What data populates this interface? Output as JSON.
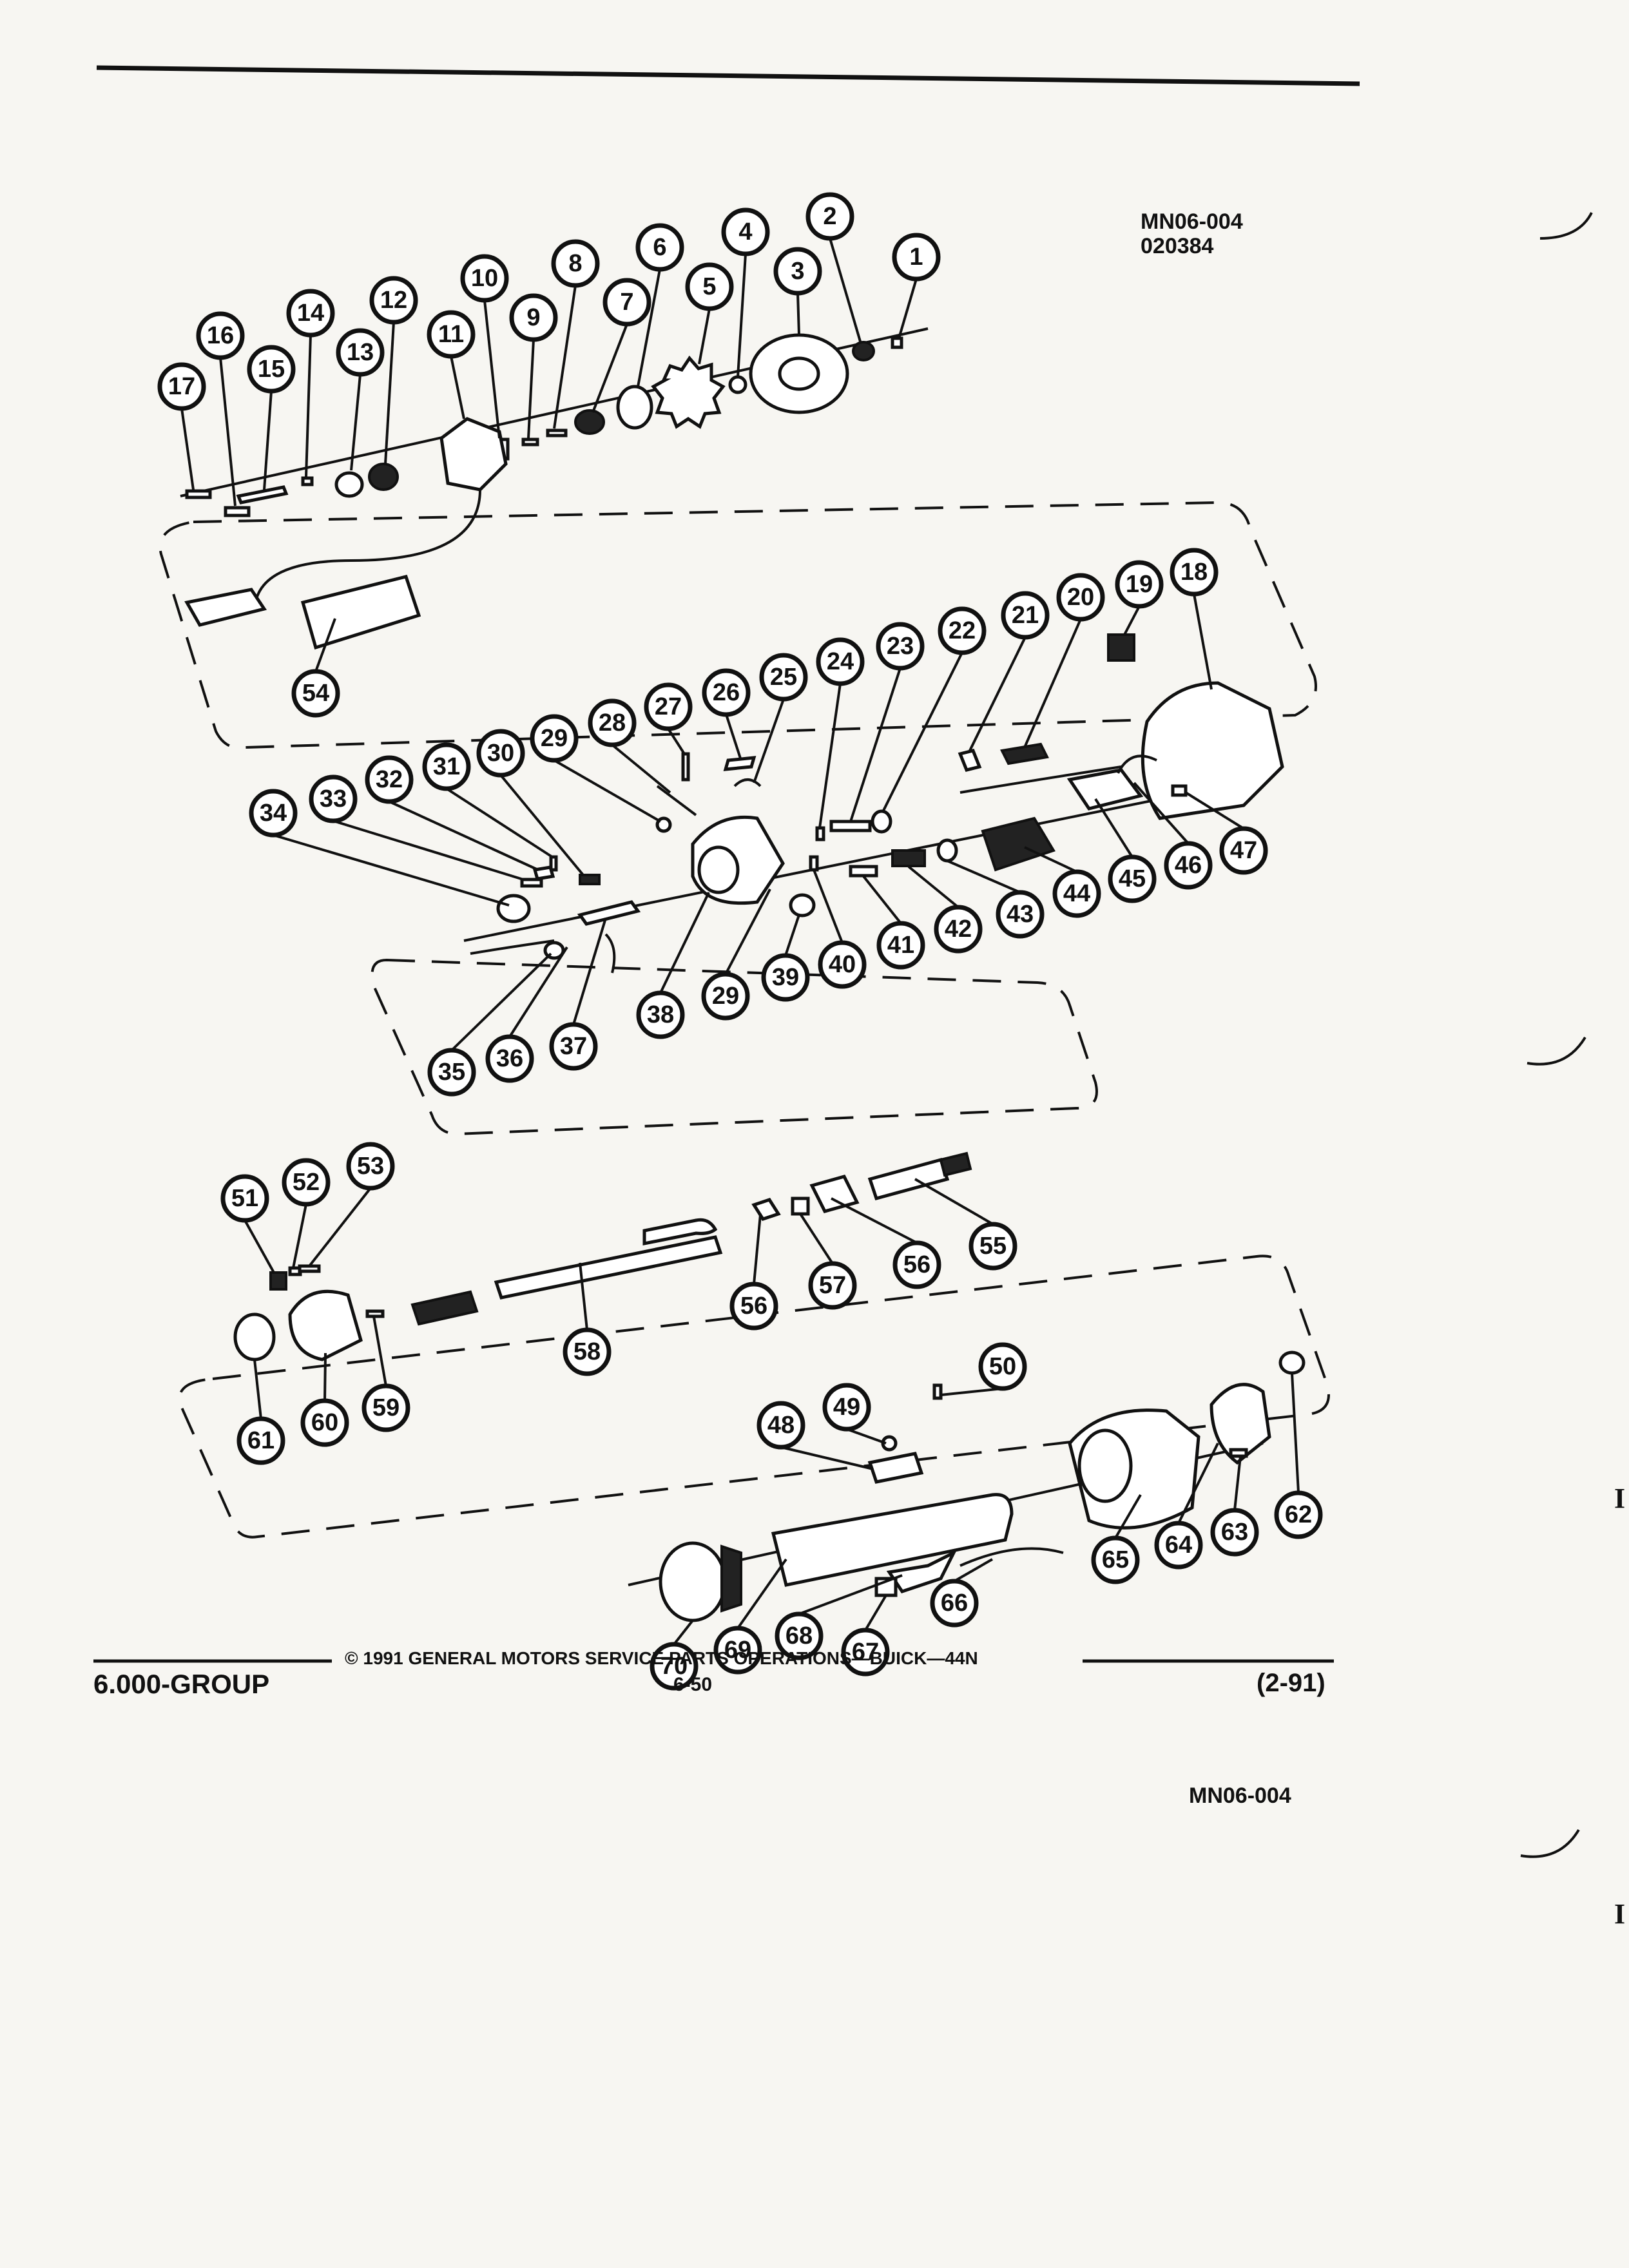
{
  "header": {
    "doc_id": "MN06-004",
    "doc_code": "020384"
  },
  "diagram": {
    "callouts": [
      "1",
      "2",
      "3",
      "4",
      "5",
      "6",
      "7",
      "8",
      "9",
      "10",
      "11",
      "12",
      "13",
      "14",
      "15",
      "16",
      "17",
      "18",
      "19",
      "20",
      "21",
      "22",
      "23",
      "24",
      "25",
      "26",
      "27",
      "28",
      "29",
      "30",
      "31",
      "32",
      "33",
      "34",
      "35",
      "36",
      "37",
      "38",
      "29",
      "39",
      "40",
      "41",
      "42",
      "43",
      "44",
      "45",
      "46",
      "47",
      "48",
      "49",
      "50",
      "51",
      "52",
      "53",
      "54",
      "55",
      "56",
      "56",
      "56",
      "57",
      "58",
      "59",
      "60",
      "61",
      "62",
      "63",
      "64",
      "65",
      "66",
      "67",
      "68",
      "69",
      "70"
    ]
  },
  "footer": {
    "doc_id": "MN06-004",
    "group": "6.000-GROUP",
    "copyright": "© 1991 GENERAL MOTORS SERVICE PARTS OPERATIONS—BUICK—44N",
    "page": "6-50",
    "revision": "(2-91)"
  },
  "margin_marks": {
    "mark_1": "I",
    "mark_2": "I"
  }
}
